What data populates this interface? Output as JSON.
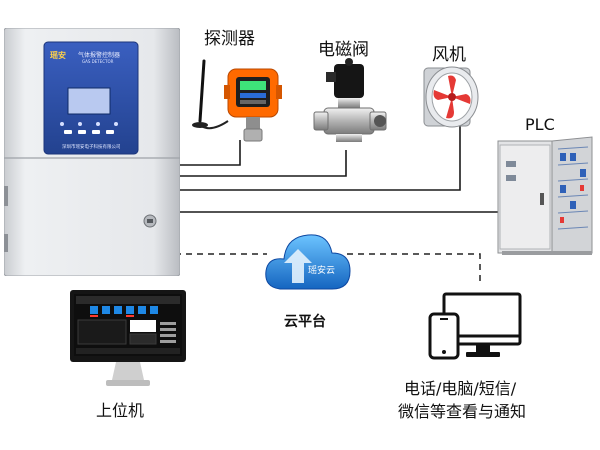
{
  "labels": {
    "detector": "探测器",
    "solenoid_valve": "电磁阀",
    "fan": "风机",
    "plc": "PLC",
    "cloud_platform": "云平台",
    "host_computer": "上位机",
    "notify_line1": "电话/电脑/短信/",
    "notify_line2": "微信等查看与通知"
  },
  "cloud": {
    "name": "瑶安云"
  },
  "controller": {
    "brand": "瑶安",
    "title": "气体报警控制器",
    "subtitle": "GAS DETECTOR",
    "footer": "深圳市瑶安电子科技有限公司"
  },
  "colors": {
    "line": "#1a1a1a",
    "controller_face": "#2b4fa8",
    "cloud_blue": "#1e88e5",
    "detector_orange": "#ff6a00",
    "fan_red": "#e53935"
  }
}
